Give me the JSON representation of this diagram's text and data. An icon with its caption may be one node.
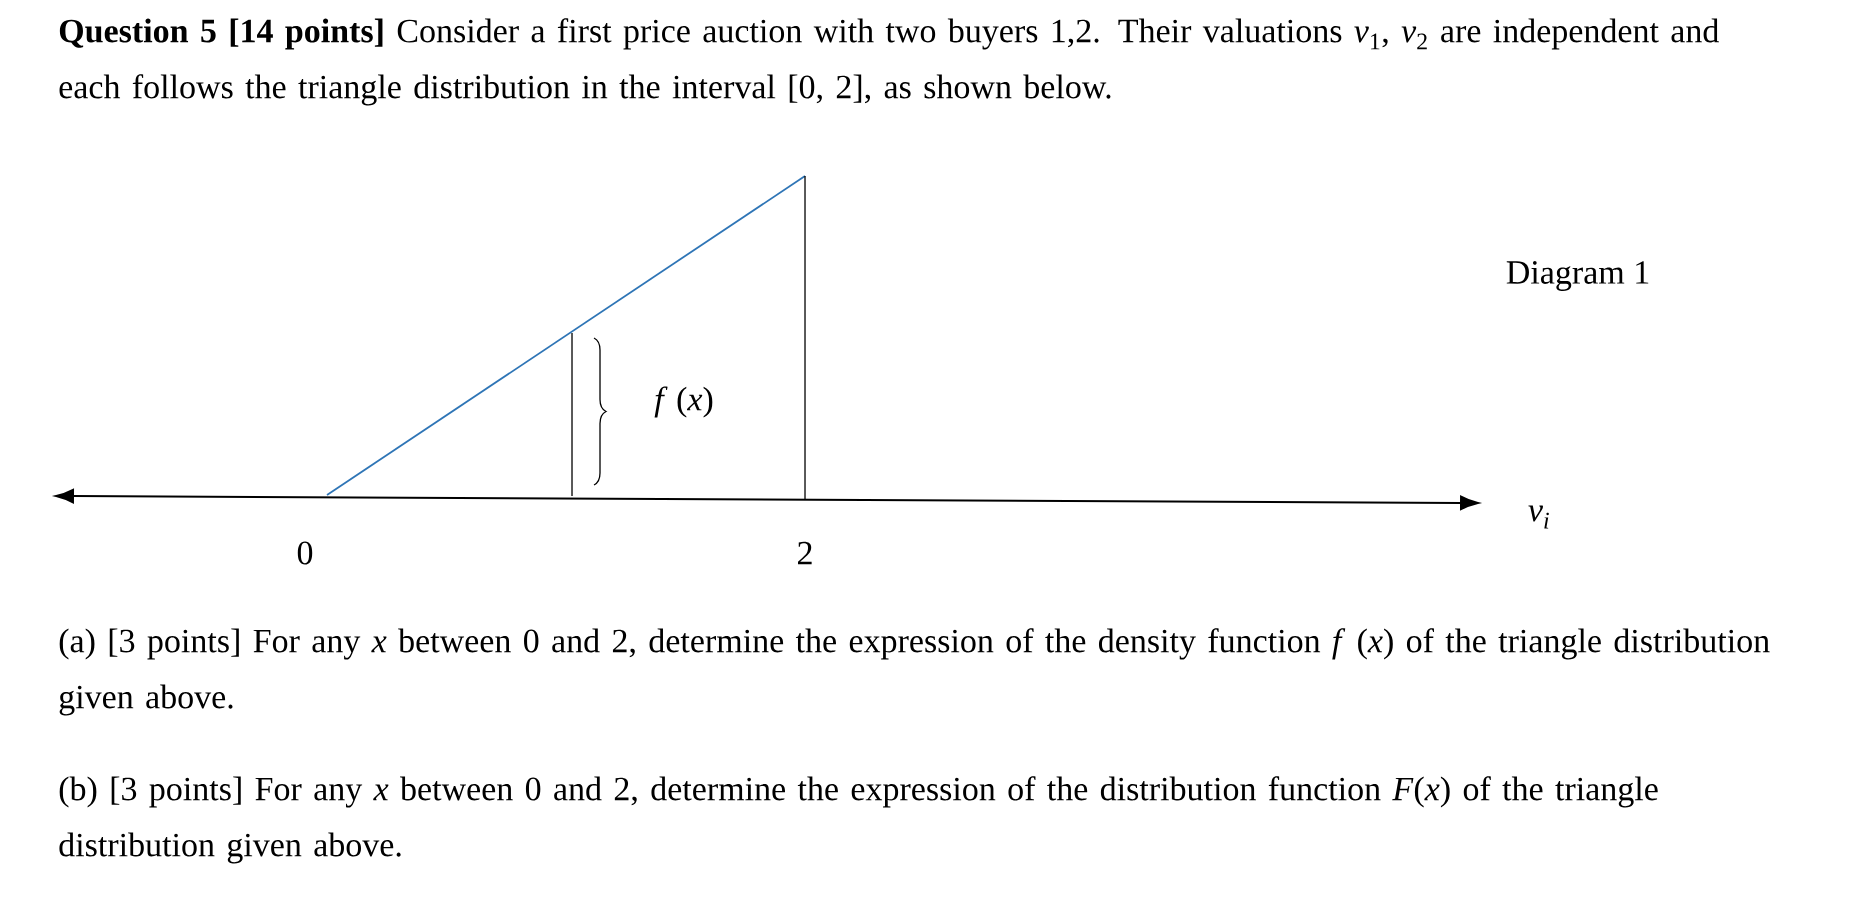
{
  "diagram": {
    "labels": [
      "**Question 5 [14 points]** Consider a first price auction with two buyers 1,2. Their valuations *v*$_{1}$, *v*$_{2}$ are independent and each follows the triangle distribution in the interval [0, 2], as shown below.",
      "Diagram 1",
      "*f* (*x*)",
      "*v$_{i}$*",
      "0",
      "2",
      "(a) [3 points] For any *x* between 0 and 2, determine the expression of the density function *f* (*x*) of the triangle distribution given above.",
      "(b) [3 points] For any *x* between 0 and 2, determine the expression of the distribution function *F*(*x*) of the triangle distribution given above."
    ]
  }
}
